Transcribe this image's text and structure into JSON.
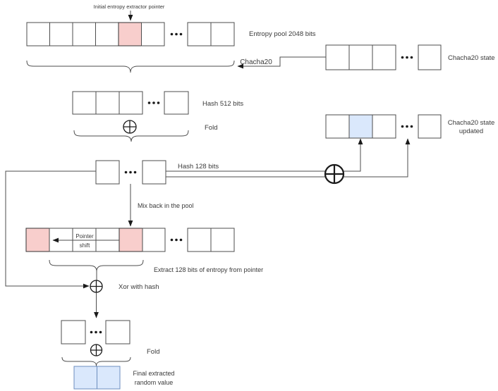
{
  "title": "Entropy extraction diagram",
  "colors": {
    "pink": "#f8cecc",
    "blue": "#dae8fc",
    "blueStroke": "#6c8ebf",
    "stroke": "#4d4d4d",
    "cellDark": "#333333",
    "arrow": "#1a1a1a",
    "text": "#3a3a3a",
    "background": "#ffffff"
  },
  "labels": {
    "initial_pointer": "Initial entropy extractor pointer",
    "entropy_pool": "Entropy pool 2048 bits",
    "chacha20": "Chacha20",
    "chacha20_state": "Chacha20 state",
    "hash512": "Hash 512 bits",
    "fold1": "Fold",
    "chacha20_state_updated_line1": "Chacha20 state",
    "chacha20_state_updated_line2": "updated",
    "hash128": "Hash 128 bits",
    "mix_back": "Mix back in the pool",
    "pointer_shift_line1": "Pointer",
    "pointer_shift_line2": "shift",
    "extract": "Extract 128 bits of entropy from pointer",
    "xor_with_hash": "Xor with hash",
    "fold2": "Fold",
    "final_line1": "Final extracted",
    "final_line2": "random value"
  },
  "icons": {
    "xor": "circled-plus",
    "ellipsis": "three-dots",
    "arrow": "filled-triangle-arrowhead",
    "brace": "curly-underbrace"
  }
}
